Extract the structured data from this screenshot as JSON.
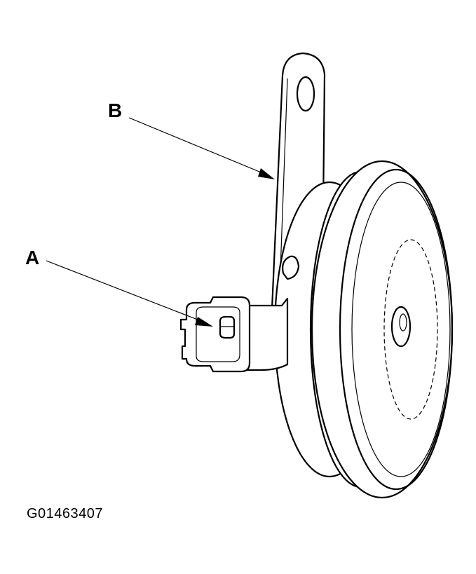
{
  "labels": {
    "a": "A",
    "b": "B"
  },
  "figure_id": "G01463407"
}
